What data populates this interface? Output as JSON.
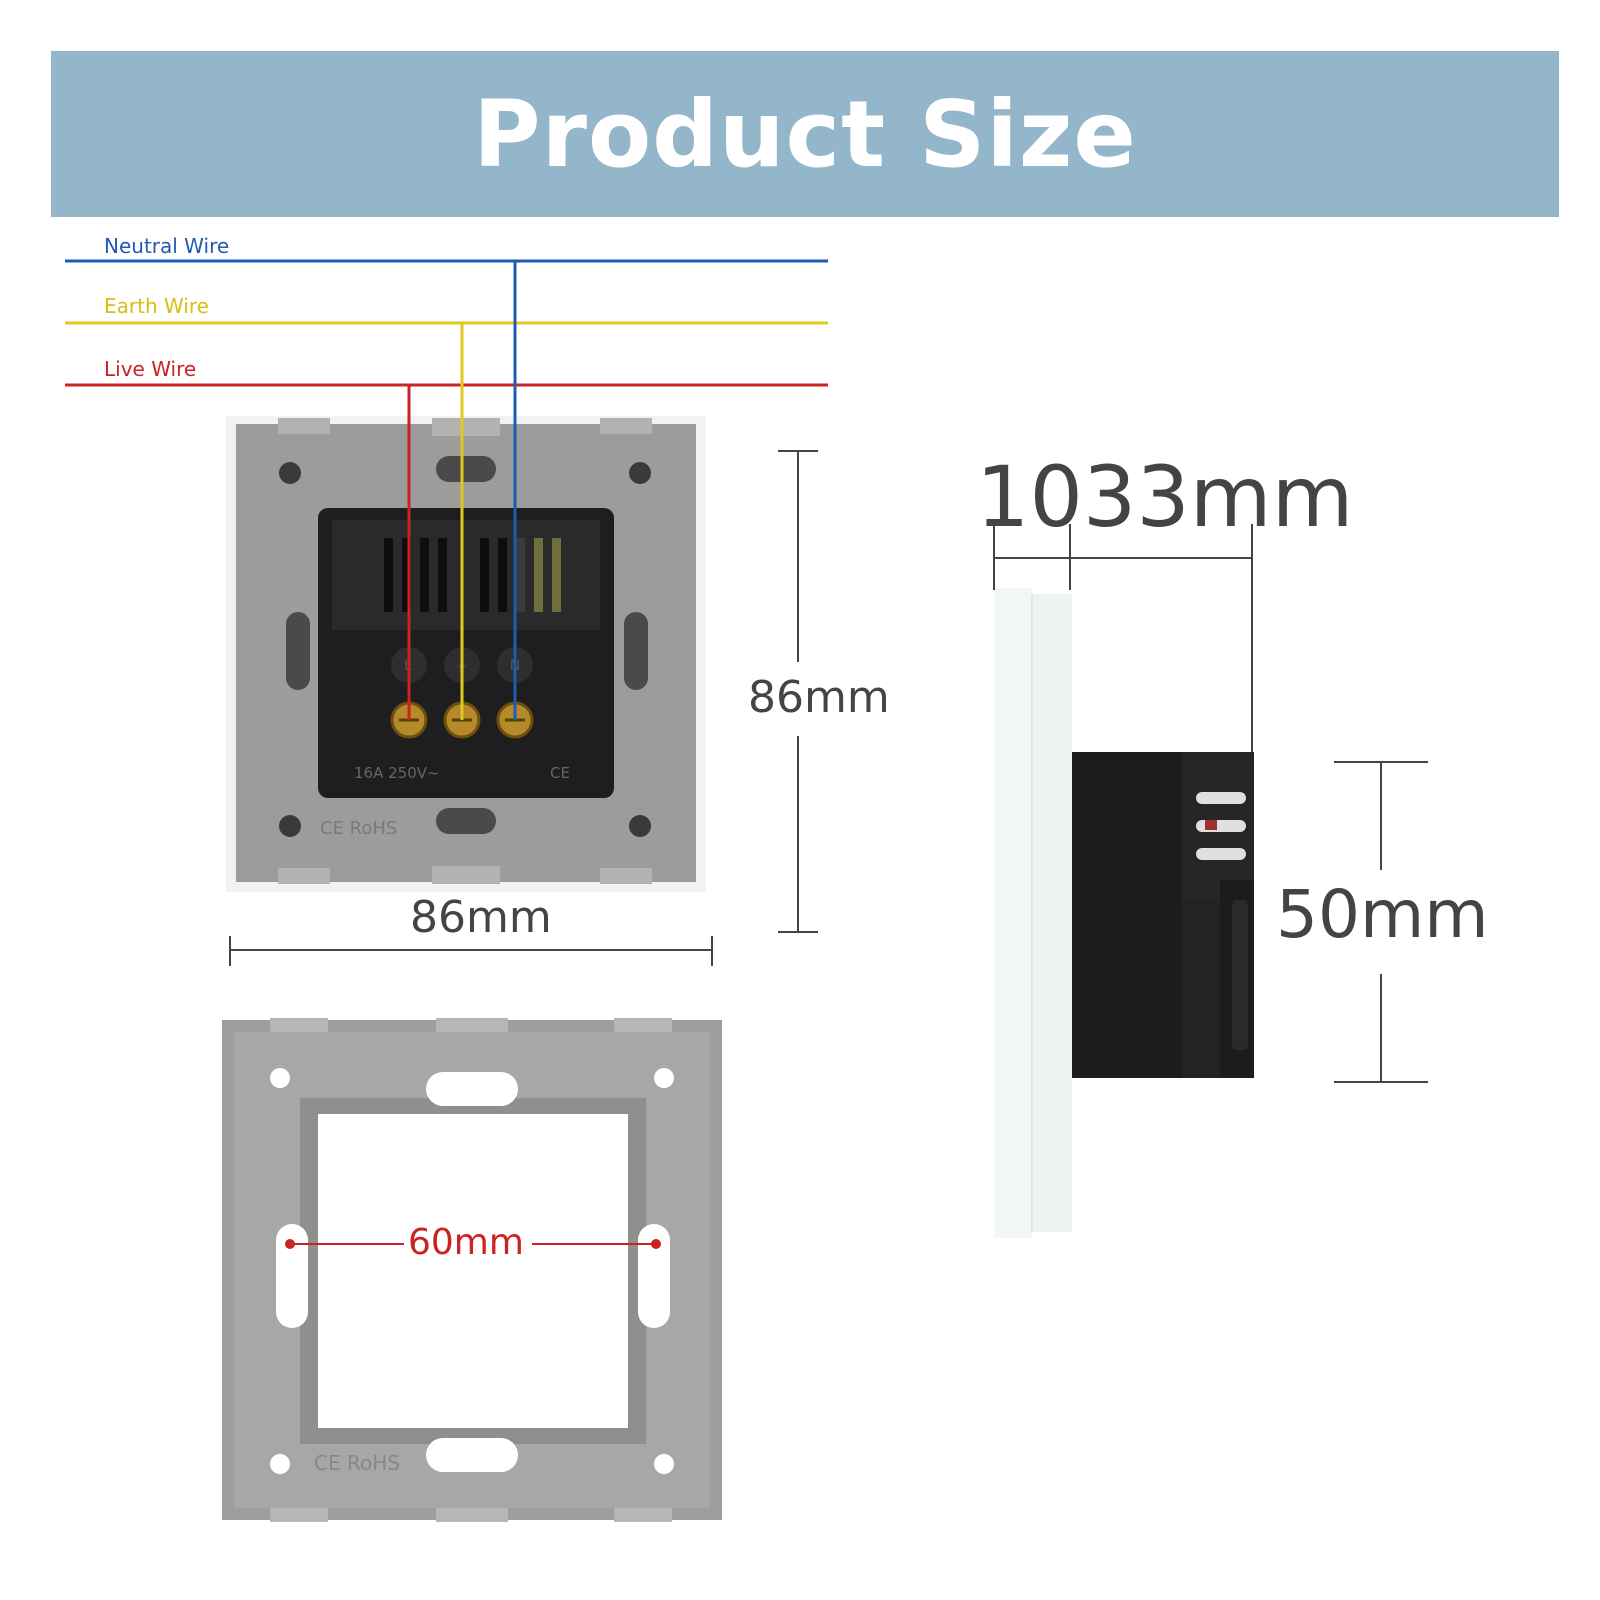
{
  "header": {
    "title": "Product Size"
  },
  "wires": [
    {
      "label": "Neutral Wire",
      "color": "#1f5bb5"
    },
    {
      "label": "Earth Wire",
      "color": "#e0c81c"
    },
    {
      "label": "Live Wire",
      "color": "#cc2222"
    }
  ],
  "dimensions": {
    "front_height": "86mm",
    "front_width": "86mm",
    "side_depth": "1033mm",
    "side_module_height": "50mm",
    "frame_spacing": "60mm"
  },
  "markings": {
    "socket_rating": "16A 250V~",
    "certification": "CE RoHS",
    "ce": "CE"
  },
  "terminals": [
    "L",
    "⏚",
    "N"
  ],
  "colors": {
    "banner": "#93b6cb",
    "frame_gray": "#9c9c9a",
    "module_black": "#1e1e1e",
    "dimension_red": "#cc2222"
  }
}
